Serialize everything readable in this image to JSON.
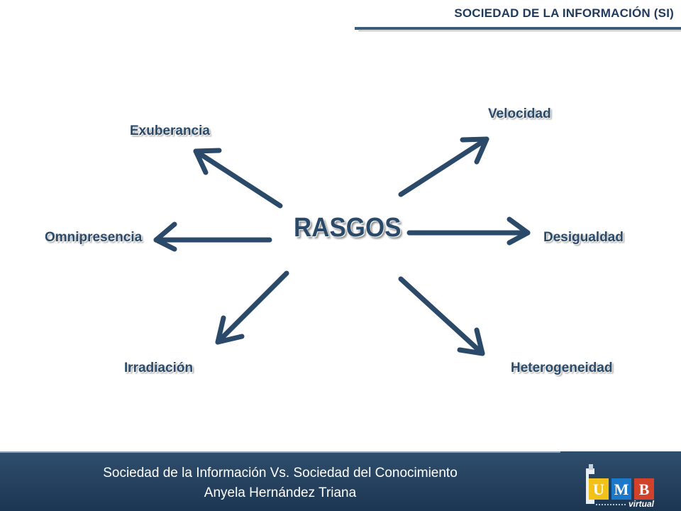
{
  "header": {
    "title": "SOCIEDAD DE LA INFORMACIÓN (SI)"
  },
  "diagram": {
    "center": "RASGOS",
    "nodes": {
      "velocidad": "Velocidad",
      "exuberancia": "Exuberancia",
      "omnipresencia": "Omnipresencia",
      "desigualdad": "Desigualdad",
      "irradiacion": "Irradiación",
      "heterogeneidad": "Heterogeneidad"
    }
  },
  "footer": {
    "line1": "Sociedad de la Información Vs. Sociedad del Conocimiento",
    "line2": "Anyela Hernández Triana"
  },
  "logo": {
    "letters": [
      "U",
      "M",
      "B"
    ],
    "subtitle": "virtual"
  },
  "colors": {
    "arrow": "#2b4a69",
    "footer_bg": "#1c3652",
    "logo_u": "#f2c21a",
    "logo_m": "#1c78c8",
    "logo_b": "#d2422a"
  }
}
